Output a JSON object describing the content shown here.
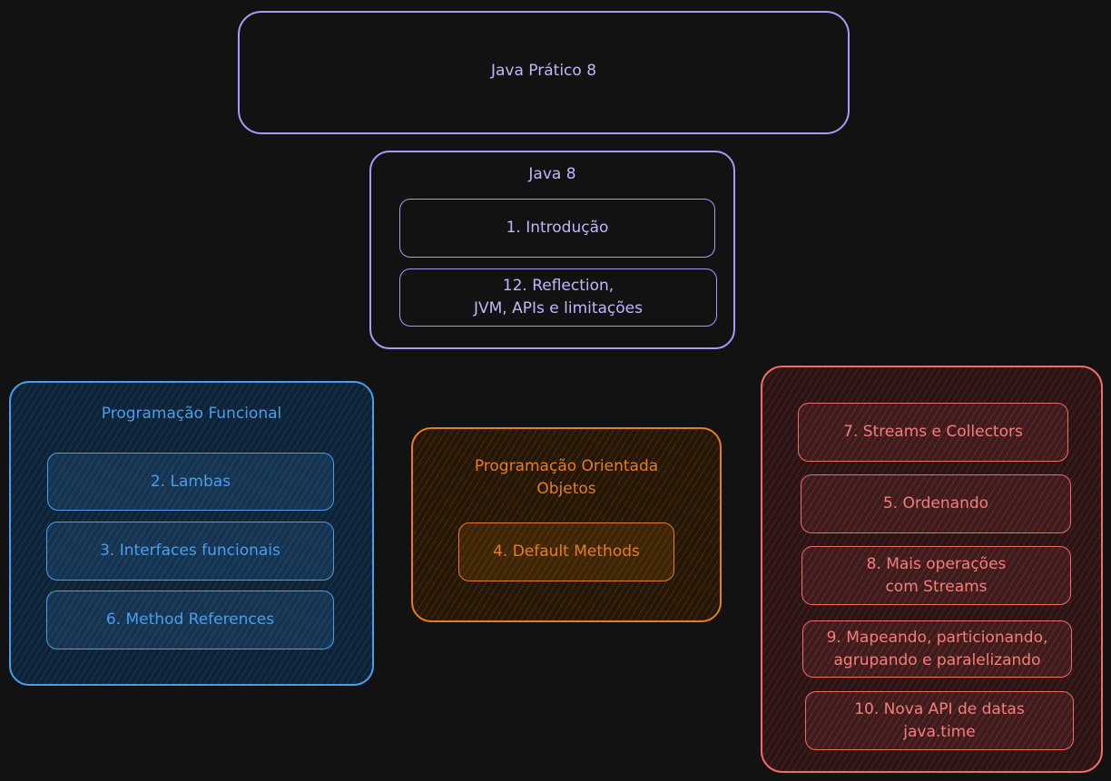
{
  "title": "Java Prático 8",
  "java8": {
    "label": "Java 8",
    "items": [
      "1. Introdução",
      "12. Reflection,\nJVM, APIs e limitações"
    ]
  },
  "functional": {
    "label": "Programação Funcional",
    "items": [
      "2. Lambas",
      "3. Interfaces funcionais",
      "6. Method References"
    ]
  },
  "oop": {
    "label": "Programação Orientada\nObjetos",
    "items": [
      "4. Default Methods"
    ]
  },
  "streams": {
    "items": [
      "7. Streams e Collectors",
      "5. Ordenando",
      "8. Mais operações\ncom Streams",
      "9. Mapeando, particionando,\nagrupando e paralelizando",
      "10. Nova API de datas\njava.time"
    ]
  },
  "colors": {
    "purple": "#b197fc",
    "blue": "#4a9eed",
    "orange": "#e87d1f",
    "red": "#f26a6a",
    "background": "#121212"
  }
}
